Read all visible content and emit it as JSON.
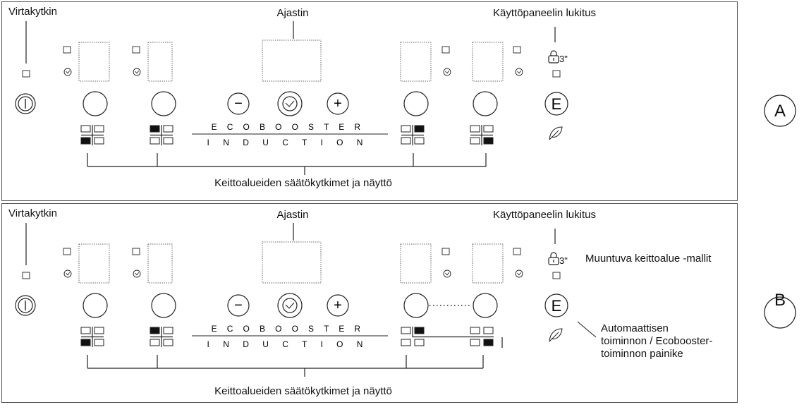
{
  "panels": [
    {
      "letter": "A",
      "power_label": "Virtakytkin",
      "timer_label": "Ajastin",
      "lock_label": "Käyttöpaneelin lukitus",
      "lock_time": "3\"",
      "zones_label": "Keittoalueiden säätökytkimet ja näyttö",
      "eco_text": "E C O   B O O S T E R",
      "induction_text": "I N D U C T I O N",
      "bridge": false
    },
    {
      "letter": "B",
      "power_label": "Virtakytkin",
      "timer_label": "Ajastin",
      "lock_label": "Käyttöpaneelin lukitus",
      "lock_time": "3\"",
      "zones_label": "Keittoalueiden säätökytkimet ja näyttö",
      "eco_text": "E C O   B O O S T E R",
      "induction_text": "I N D U C T I O N",
      "bridge": true,
      "bridge_label": "Muuntuva keittoalue -mallit",
      "auto_label": [
        "Automaattisen",
        "toiminnon / Ecobooster-",
        "toiminnon painike"
      ]
    }
  ],
  "symbols": {
    "minus_icon": "−",
    "plus_icon": "+",
    "eco_key_icon": "E"
  }
}
